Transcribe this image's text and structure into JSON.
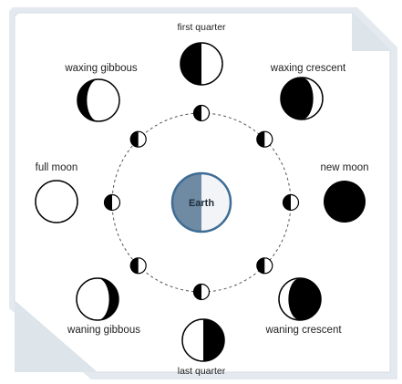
{
  "phases": {
    "first_quarter": "first quarter",
    "waxing_gibbous": "waxing gibbous",
    "waxing_crescent": "waxing crescent",
    "full_moon": "full moon",
    "new_moon": "new moon",
    "waning_gibbous": "waning gibbous",
    "waning_crescent": "waning crescent",
    "last_quarter": "last quarter"
  },
  "center": {
    "label": "Earth"
  },
  "colors": {
    "earth_day": "#6f8aa3",
    "earth_night": "#f2f4f7",
    "earth_ring": "#3e6c95",
    "moon_dark": "#000000",
    "moon_light": "#ffffff",
    "frame_shadow": "#c9d3dc"
  }
}
